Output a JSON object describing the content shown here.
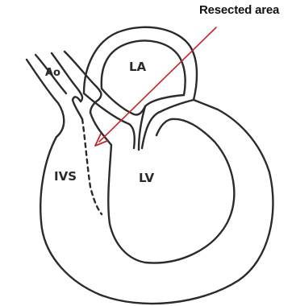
{
  "callout": {
    "text": "Resected area",
    "arrow_color": "#c1272d"
  },
  "labels": {
    "aorta": "Ao",
    "left_atrium": "LA",
    "interventricular_septum": "IVS",
    "left_ventricle": "LV"
  },
  "colors": {
    "ink": "#2b2b2b",
    "background": "#ffffff"
  }
}
